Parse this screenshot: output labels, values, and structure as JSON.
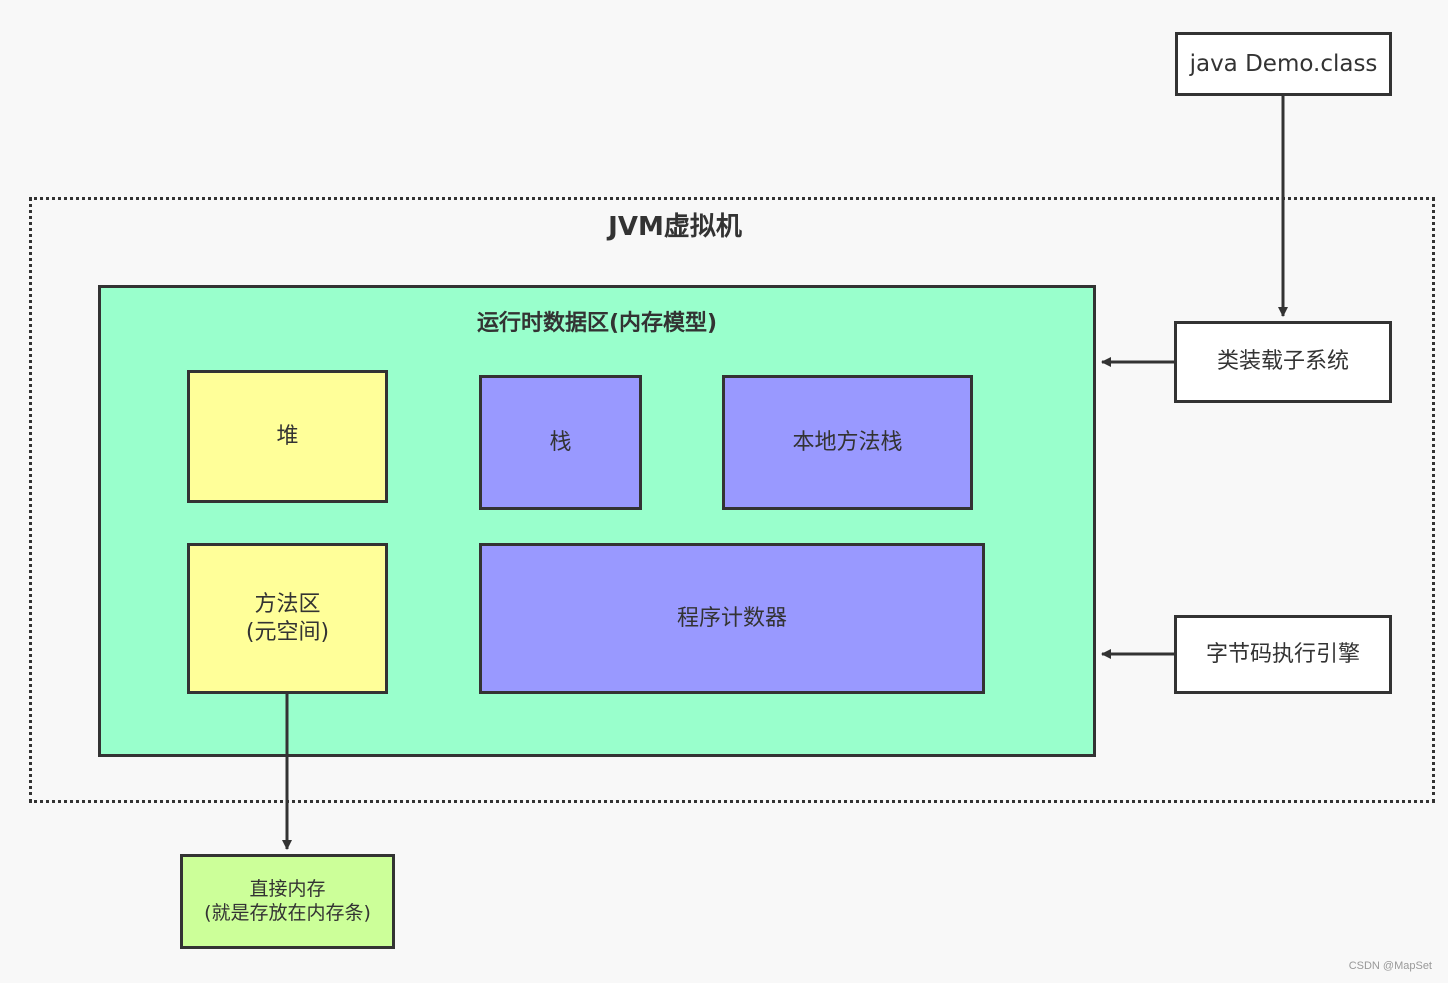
{
  "diagram": {
    "jvm_title": "JVM虚拟机",
    "runtime_title": "运行时数据区(内存模型)",
    "nodes": {
      "class_file": "java Demo.class",
      "class_loader": "类装载子系统",
      "execution_engine": "字节码执行引擎",
      "heap": "堆",
      "method_area": "方法区\n(元空间)",
      "stack": "栈",
      "native_method_stack": "本地方法栈",
      "program_counter": "程序计数器",
      "direct_memory": "直接内存\n(就是存放在内存条)"
    },
    "colors": {
      "background": "#f8f8f8",
      "border": "#333333",
      "runtime_area": "#99ffcc",
      "yellow_box": "#ffff99",
      "purple_box": "#9999ff",
      "direct_memory_box": "#ccff99",
      "white_box": "#ffffff"
    },
    "edges": [
      {
        "from": "class_file",
        "to": "class_loader"
      },
      {
        "from": "class_loader",
        "to": "runtime_area"
      },
      {
        "from": "execution_engine",
        "to": "runtime_area"
      },
      {
        "from": "method_area",
        "to": "direct_memory"
      }
    ]
  },
  "watermark": "CSDN @MapSet"
}
